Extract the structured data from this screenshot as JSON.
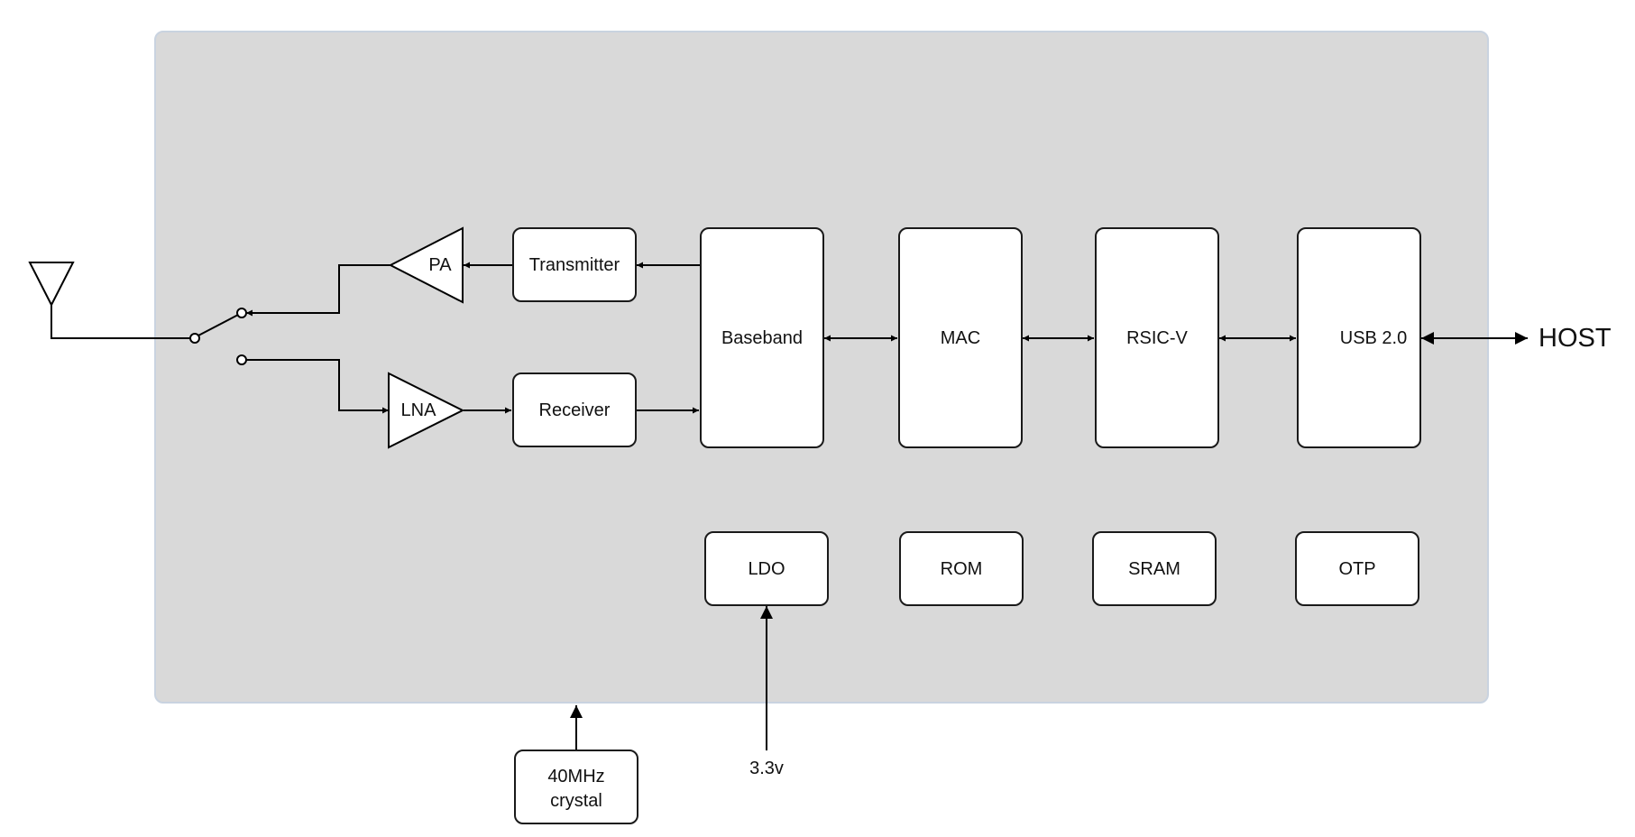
{
  "colors": {
    "chip_background": "#d9d9d9",
    "chip_border": "#c9d3e0",
    "block_fill": "#ffffff",
    "line": "#000000"
  },
  "blocks": {
    "pa": "PA",
    "lna": "LNA",
    "transmitter": "Transmitter",
    "receiver": "Receiver",
    "baseband": "Baseband",
    "mac": "MAC",
    "cpu": "RSIC-V",
    "usb": "USB 2.0",
    "ldo": "LDO",
    "rom": "ROM",
    "sram": "SRAM",
    "otp": "OTP"
  },
  "external": {
    "host": "HOST",
    "crystal_line1": "40MHz",
    "crystal_line2": "crystal",
    "supply": "3.3v"
  },
  "icons": {
    "antenna": "antenna-icon",
    "rf_switch": "rf-switch-icon"
  }
}
